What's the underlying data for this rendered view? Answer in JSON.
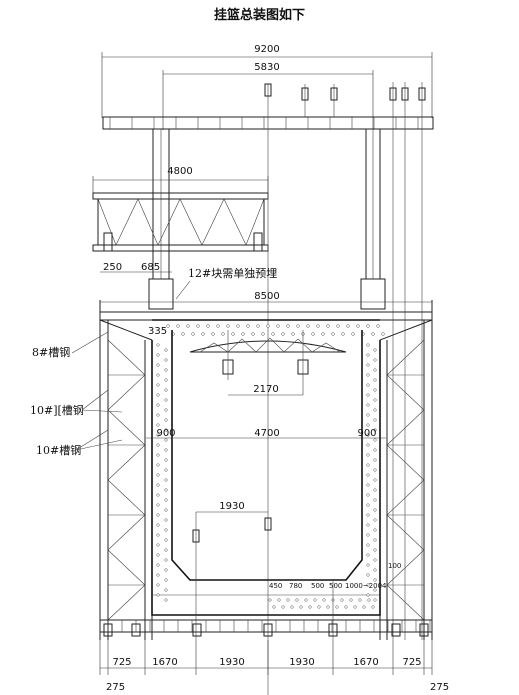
{
  "title": "挂篮总装图如下",
  "dimensions": {
    "top_overall": "9200",
    "top_inner": "5830",
    "truss_width": "4800",
    "left_small_1": "250",
    "left_small_2": "685",
    "front_width": "8500",
    "left_offset": "335",
    "inner_top": "2170",
    "side_900_left": "900",
    "center_4700": "4700",
    "side_900_right": "900",
    "inner_bottom": "1930",
    "bottom_seg_450": "450",
    "bottom_seg_780": "780",
    "bottom_seg_500a": "500",
    "bottom_seg_500b": "500",
    "bottom_seg_range": "1000~2004",
    "bottom_seg_100": "100",
    "bottom_row": [
      "725",
      "1670",
      "1930",
      "1930",
      "1670",
      "725"
    ],
    "bottom_275_left": "275",
    "bottom_275_right": "275"
  },
  "labels": {
    "block_note": "12#块需单独预埋",
    "channel_8": "8#槽钢",
    "channel_10_double": "10#][槽钢",
    "channel_10": "10#槽钢"
  }
}
